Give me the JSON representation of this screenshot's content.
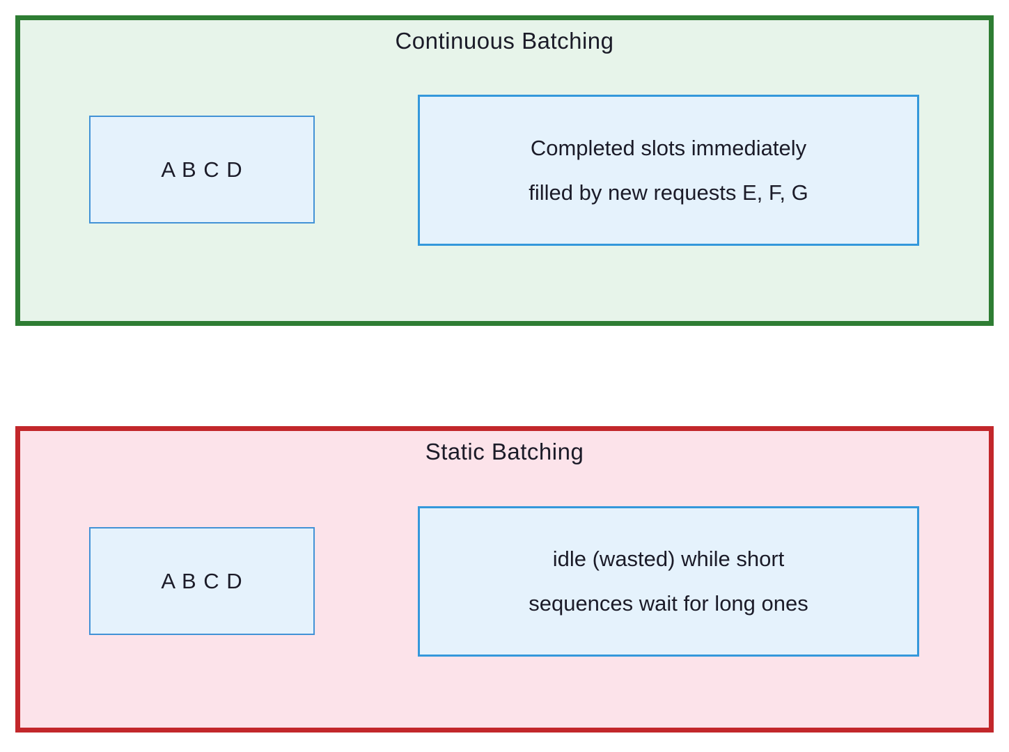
{
  "colors": {
    "continuous_border": "#2e7d33",
    "continuous_bg": "#e7f4ea",
    "static_border": "#c2272b",
    "static_bg": "#fce3ea",
    "inner_box_border": "#3498db",
    "inner_box_bg": "#e5f2fc",
    "text": "#1b1b28"
  },
  "panels": {
    "continuous": {
      "title": "Continuous Batching",
      "batch_label": "A B C D",
      "note_line1": "Completed slots immediately",
      "note_line2": "filled by new requests E, F, G"
    },
    "static": {
      "title": "Static Batching",
      "batch_label": "A B C D",
      "note_line1": "idle (wasted) while short",
      "note_line2": "sequences wait for long ones"
    }
  }
}
